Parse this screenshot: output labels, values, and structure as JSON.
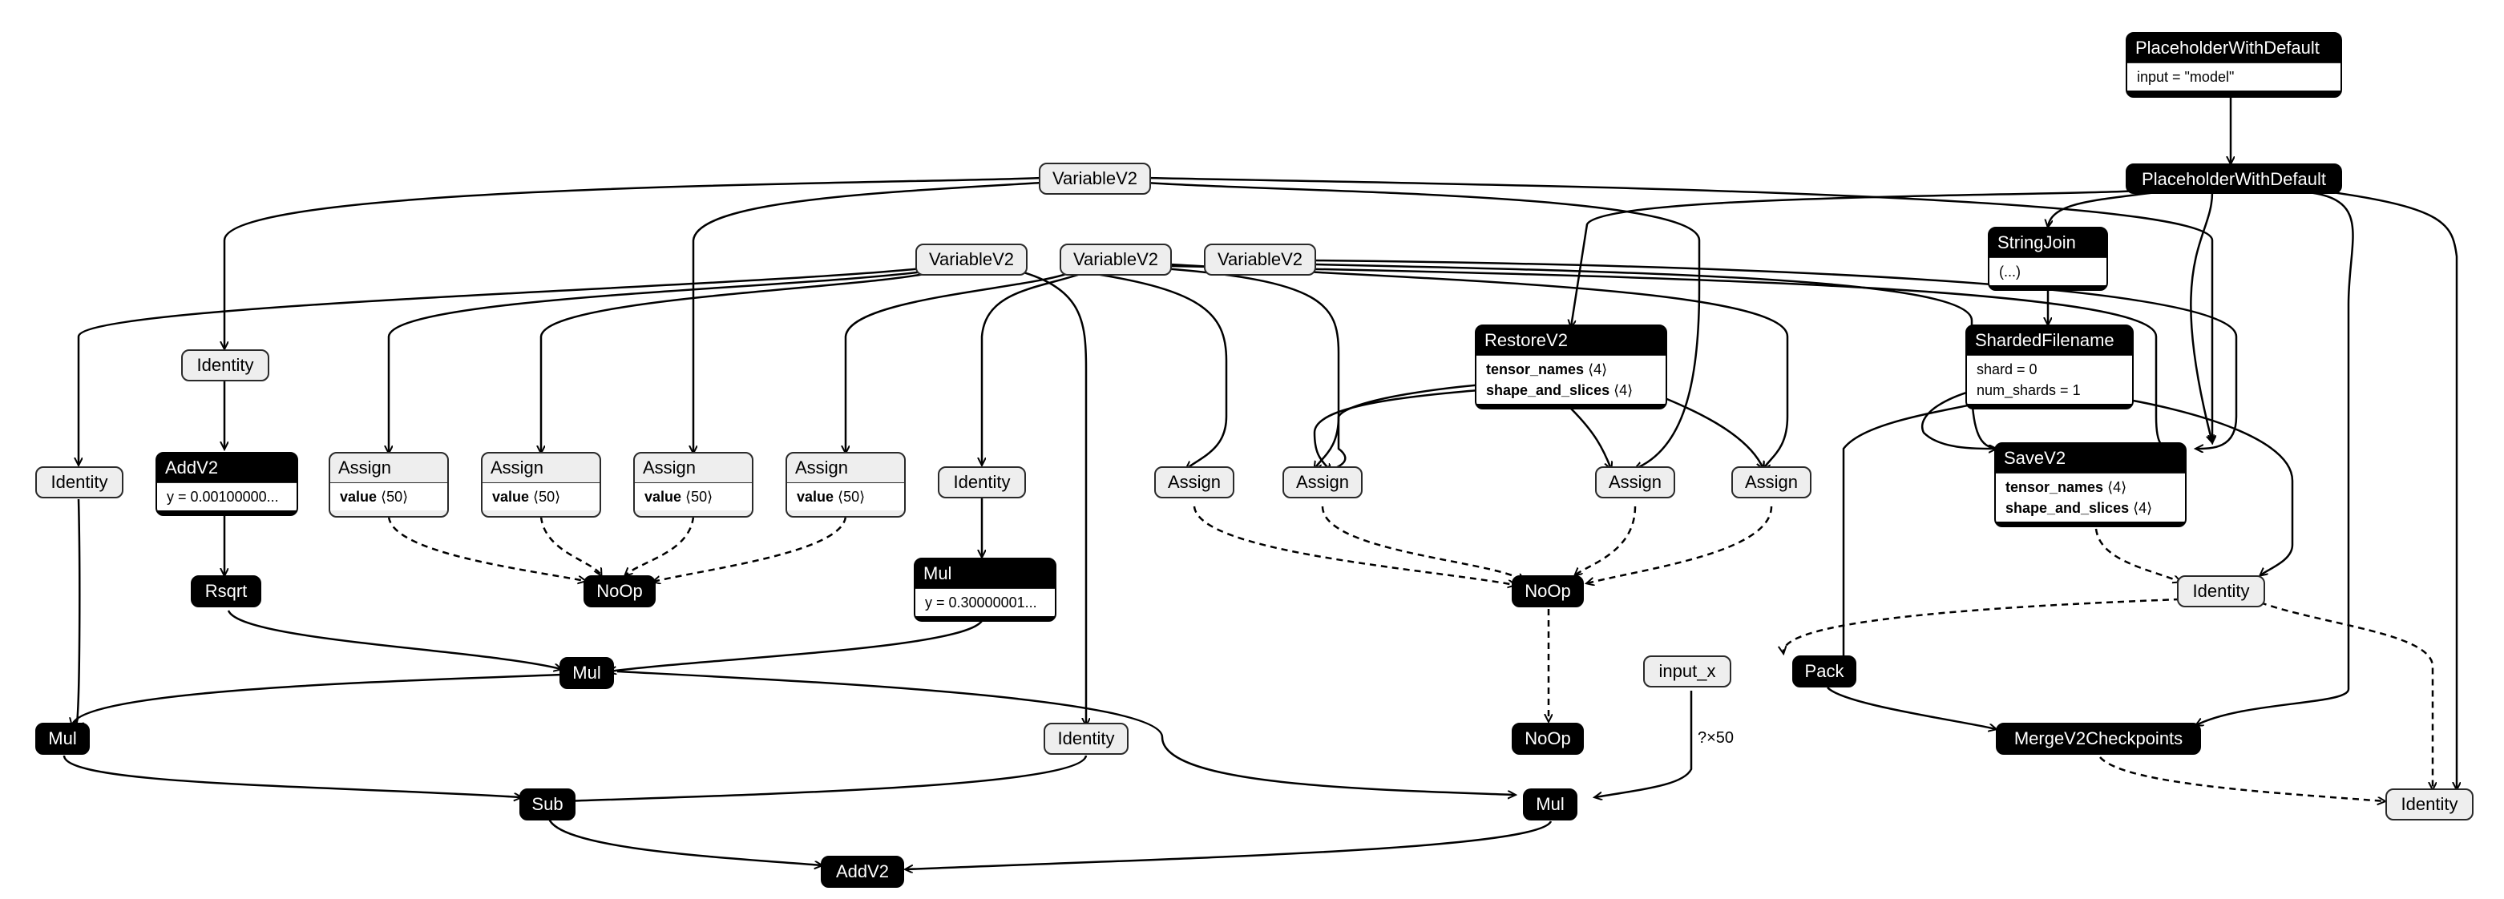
{
  "nodes": {
    "phd_top": {
      "title": "PlaceholderWithDefault",
      "attrs": [
        "input = \"model\""
      ]
    },
    "phd": {
      "title": "PlaceholderWithDefault"
    },
    "var_top": {
      "title": "VariableV2"
    },
    "var_a": {
      "title": "VariableV2"
    },
    "var_b": {
      "title": "VariableV2"
    },
    "var_c": {
      "title": "VariableV2"
    },
    "stringjoin": {
      "title": "StringJoin",
      "attrs": [
        "(...)"
      ]
    },
    "restore": {
      "title": "RestoreV2",
      "attrs_b": [
        {
          "k": "tensor_names",
          "v": "⟨4⟩"
        },
        {
          "k": "shape_and_slices",
          "v": "⟨4⟩"
        }
      ]
    },
    "sharded": {
      "title": "ShardedFilename",
      "attrs": [
        "shard = 0",
        "num_shards = 1"
      ]
    },
    "saveV2": {
      "title": "SaveV2",
      "attrs_b": [
        {
          "k": "tensor_names",
          "v": "⟨4⟩"
        },
        {
          "k": "shape_and_slices",
          "v": "⟨4⟩"
        }
      ]
    },
    "identity1": {
      "title": "Identity"
    },
    "identity0": {
      "title": "Identity"
    },
    "addv2_top": {
      "title": "AddV2",
      "attrs": [
        "y = 0.00100000..."
      ]
    },
    "assign1": {
      "title": "Assign",
      "attrs_b": [
        {
          "k": "value",
          "v": "⟨50⟩"
        }
      ]
    },
    "assign2": {
      "title": "Assign",
      "attrs_b": [
        {
          "k": "value",
          "v": "⟨50⟩"
        }
      ]
    },
    "assign3": {
      "title": "Assign",
      "attrs_b": [
        {
          "k": "value",
          "v": "⟨50⟩"
        }
      ]
    },
    "assign4": {
      "title": "Assign",
      "attrs_b": [
        {
          "k": "value",
          "v": "⟨50⟩"
        }
      ]
    },
    "identity2": {
      "title": "Identity"
    },
    "assign5": {
      "title": "Assign"
    },
    "assign6": {
      "title": "Assign"
    },
    "assign7": {
      "title": "Assign"
    },
    "assign8": {
      "title": "Assign"
    },
    "rsqrt": {
      "title": "Rsqrt"
    },
    "noop1": {
      "title": "NoOp"
    },
    "mul_top": {
      "title": "Mul",
      "attrs": [
        "y = 0.30000001..."
      ]
    },
    "noop2": {
      "title": "NoOp"
    },
    "identity3": {
      "title": "Identity"
    },
    "input_x": {
      "title": "input_x"
    },
    "mul_mid": {
      "title": "Mul"
    },
    "pack": {
      "title": "Pack"
    },
    "mul_left": {
      "title": "Mul"
    },
    "identity4": {
      "title": "Identity"
    },
    "noop3": {
      "title": "NoOp"
    },
    "merge": {
      "title": "MergeV2Checkpoints"
    },
    "sub": {
      "title": "Sub"
    },
    "mul_right": {
      "title": "Mul"
    },
    "identity5": {
      "title": "Identity"
    },
    "addv2_bottom": {
      "title": "AddV2"
    }
  },
  "edge_labels": {
    "input_shape": "?×50"
  }
}
